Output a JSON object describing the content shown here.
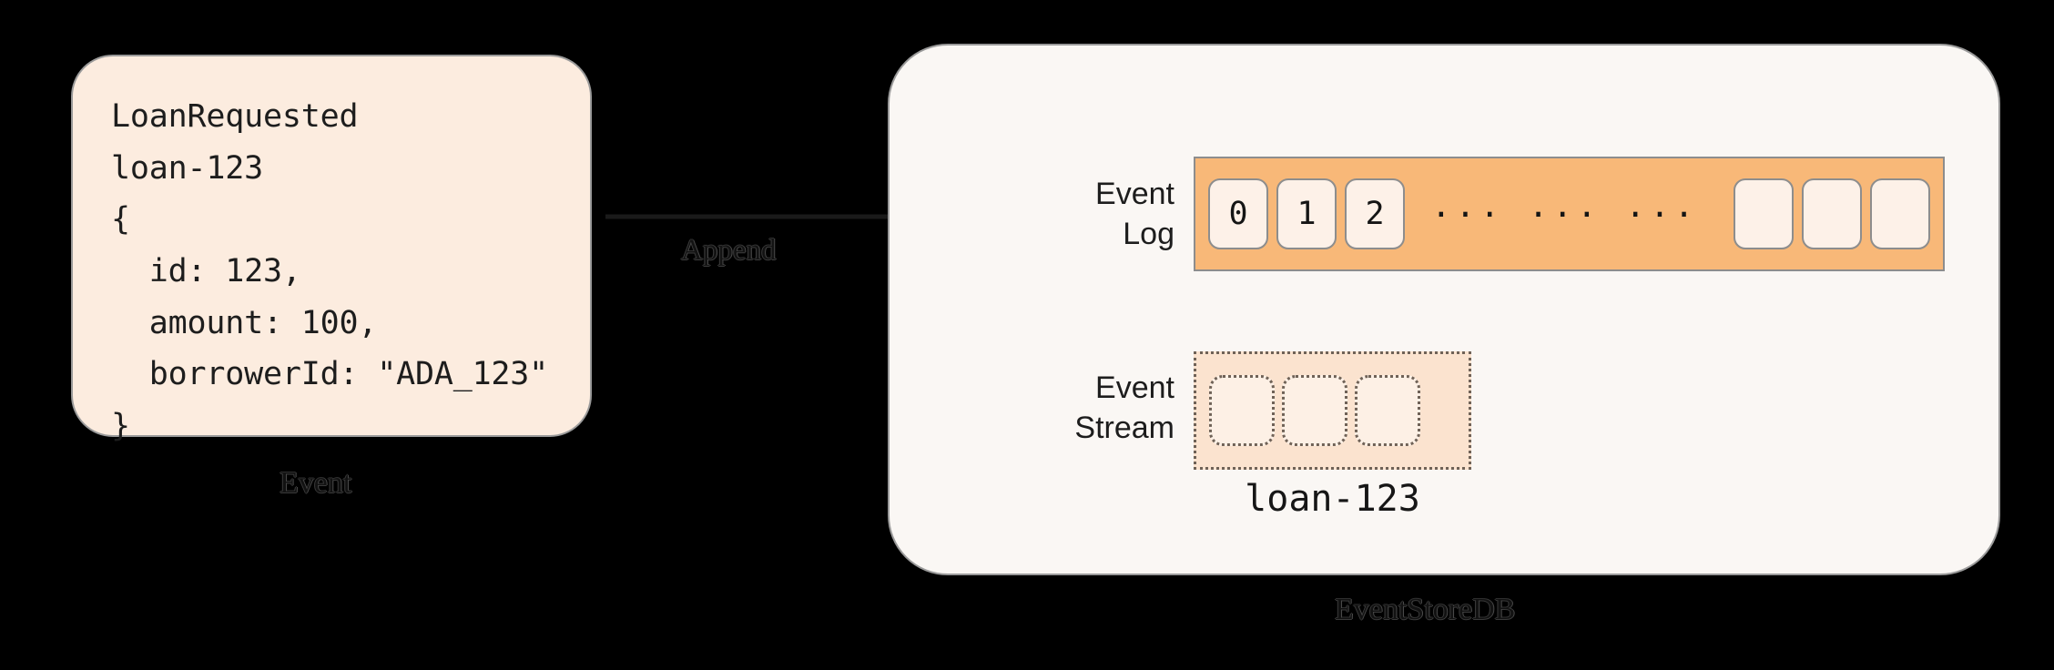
{
  "event_card": {
    "name": "Event",
    "code": "LoanRequested\nloan-123\n{\n  id: 123,\n  amount: 100,\n  borrowerId: \"ADA_123\"\n}",
    "caption": "Event",
    "fill_color": "#fcecdf",
    "border_color": "#9a9a9a"
  },
  "arrow": {
    "label": "Append"
  },
  "database": {
    "caption": "EventStoreDB",
    "fill_color": "#faf7f4",
    "border_color": "#9a9a9a",
    "event_log": {
      "label": "Event\nLog",
      "bar_color": "#f8b878",
      "cell_color": "#fdf1e8",
      "numbered_cells": [
        "0",
        "1",
        "2"
      ],
      "ellipsis": "... ... ...",
      "empty_cells": [
        "",
        "",
        ""
      ]
    },
    "event_stream": {
      "label": "Event\nStream",
      "box_color": "#fbe3cf",
      "cell_color": "#fdf0e5",
      "border_color": "#6f6257",
      "cells": [
        "",
        "",
        ""
      ],
      "stream_name": "loan-123"
    }
  }
}
